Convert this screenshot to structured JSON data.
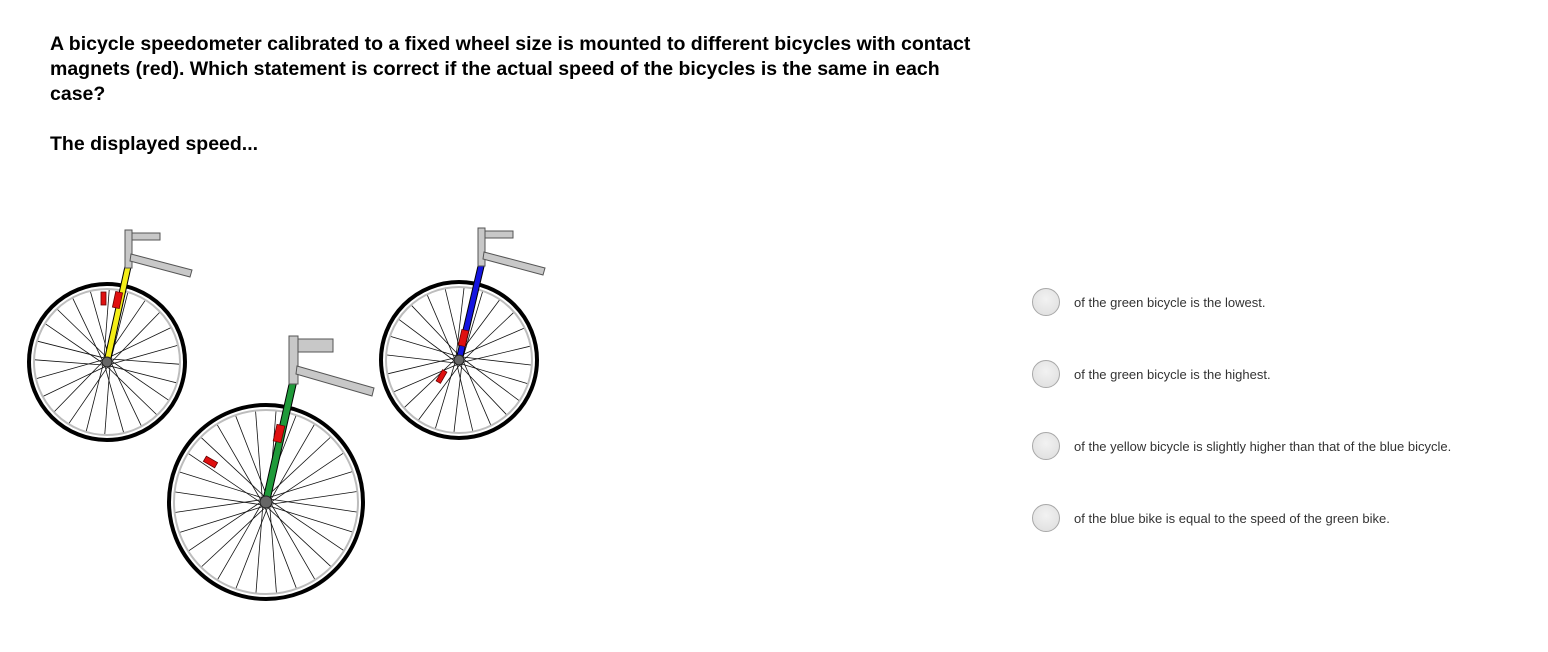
{
  "question": {
    "text": "A bicycle speedometer calibrated to a fixed wheel size is mounted to different bicycles with contact magnets (red). Which statement is correct if the actual speed of the bicycles is the same in each case?",
    "prompt": "The displayed speed..."
  },
  "figure": {
    "bikes": [
      {
        "fork_color": "#f5ee17"
      },
      {
        "fork_color": "#1414e0"
      },
      {
        "fork_color": "#1f9a3a"
      }
    ],
    "magnet_color": "#e01010"
  },
  "options": [
    {
      "label": "of the green bicycle is the lowest."
    },
    {
      "label": "of the green bicycle is the highest."
    },
    {
      "label": "of the yellow bicycle is slightly higher than that of the blue bicycle."
    },
    {
      "label": "of the blue bike is equal to the speed of the green bike."
    }
  ]
}
